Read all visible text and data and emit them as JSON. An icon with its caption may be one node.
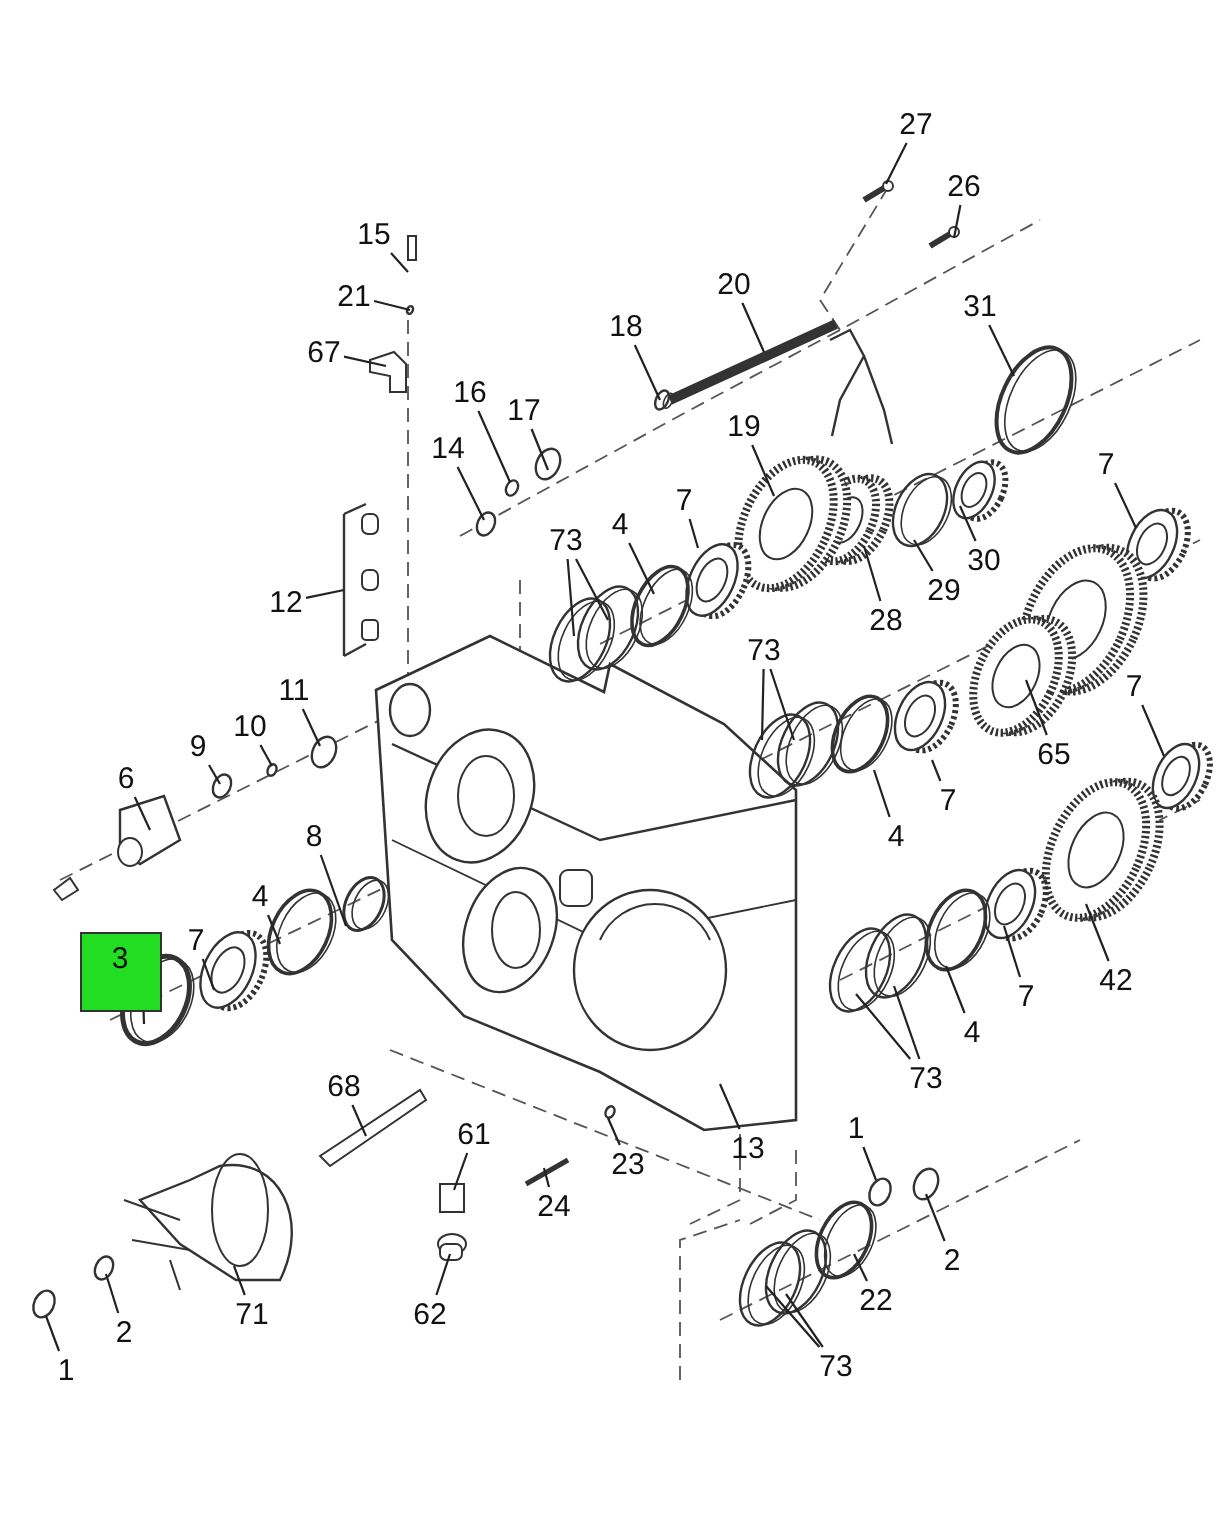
{
  "diagram": {
    "nodes": [
      {
        "text": [
          "27"
        ]
      },
      {
        "text": [
          "26"
        ]
      },
      {
        "text": [
          "15"
        ]
      },
      {
        "text": [
          "20"
        ]
      },
      {
        "text": [
          "21"
        ]
      },
      {
        "text": [
          "31"
        ]
      },
      {
        "text": [
          "18"
        ]
      },
      {
        "text": [
          "67"
        ]
      },
      {
        "text": [
          "16"
        ]
      },
      {
        "text": [
          "17"
        ]
      },
      {
        "text": [
          "19"
        ]
      },
      {
        "text": [
          "14"
        ]
      },
      {
        "text": [
          "7"
        ]
      },
      {
        "text": [
          "7"
        ]
      },
      {
        "text": [
          "4"
        ]
      },
      {
        "text": [
          "73"
        ]
      },
      {
        "text": [
          "30"
        ]
      },
      {
        "text": [
          "29"
        ]
      },
      {
        "text": [
          "12"
        ]
      },
      {
        "text": [
          "28"
        ]
      },
      {
        "text": [
          "73"
        ]
      },
      {
        "text": [
          "7"
        ]
      },
      {
        "text": [
          "11"
        ]
      },
      {
        "text": [
          "10"
        ]
      },
      {
        "text": [
          "9"
        ]
      },
      {
        "text": [
          "65"
        ]
      },
      {
        "text": [
          "6"
        ]
      },
      {
        "text": [
          "7"
        ]
      },
      {
        "text": [
          "4"
        ]
      },
      {
        "text": [
          "8"
        ]
      },
      {
        "text": [
          "4"
        ]
      },
      {
        "text": [
          "7"
        ]
      },
      {
        "text": [
          "3"
        ]
      },
      {
        "text": [
          "42"
        ]
      },
      {
        "text": [
          "7"
        ]
      },
      {
        "text": [
          "4"
        ]
      },
      {
        "text": [
          "73"
        ]
      },
      {
        "text": [
          "68"
        ]
      },
      {
        "text": [
          "1"
        ]
      },
      {
        "text": [
          "13"
        ]
      },
      {
        "text": [
          "61"
        ]
      },
      {
        "text": [
          "23"
        ]
      },
      {
        "text": [
          "24"
        ]
      },
      {
        "text": [
          "2"
        ]
      },
      {
        "text": [
          "22"
        ]
      },
      {
        "text": [
          "71"
        ]
      },
      {
        "text": [
          "62"
        ]
      },
      {
        "text": [
          "2"
        ]
      },
      {
        "text": [
          "73"
        ]
      },
      {
        "text": [
          "1"
        ]
      }
    ],
    "edges": [
      {
        "from": 0,
        "to": null,
        "arrow": "none"
      },
      {
        "from": 1,
        "to": null,
        "arrow": "none"
      },
      {
        "from": 2,
        "to": null,
        "arrow": "none"
      },
      {
        "from": 3,
        "to": null,
        "arrow": "none"
      },
      {
        "from": 4,
        "to": null,
        "arrow": "none"
      },
      {
        "from": 5,
        "to": null,
        "arrow": "none"
      },
      {
        "from": 6,
        "to": null,
        "arrow": "none"
      },
      {
        "from": 7,
        "to": null,
        "arrow": "none"
      },
      {
        "from": 8,
        "to": null,
        "arrow": "none"
      },
      {
        "from": 9,
        "to": null,
        "arrow": "none"
      },
      {
        "from": 10,
        "to": null,
        "arrow": "none"
      },
      {
        "from": 11,
        "to": null,
        "arrow": "none"
      },
      {
        "from": 12,
        "to": null,
        "arrow": "none"
      },
      {
        "from": 13,
        "to": null,
        "arrow": "none"
      },
      {
        "from": 14,
        "to": null,
        "arrow": "none"
      },
      {
        "from": 15,
        "to": null,
        "arrow": "none"
      },
      {
        "from": 15,
        "to": null,
        "arrow": "none"
      },
      {
        "from": 16,
        "to": null,
        "arrow": "none"
      },
      {
        "from": 17,
        "to": null,
        "arrow": "none"
      },
      {
        "from": 18,
        "to": null,
        "arrow": "none"
      },
      {
        "from": 19,
        "to": null,
        "arrow": "none"
      },
      {
        "from": 20,
        "to": null,
        "arrow": "none"
      },
      {
        "from": 20,
        "to": null,
        "arrow": "none"
      },
      {
        "from": 21,
        "to": null,
        "arrow": "none"
      },
      {
        "from": 22,
        "to": null,
        "arrow": "none"
      },
      {
        "from": 23,
        "to": null,
        "arrow": "none"
      },
      {
        "from": 24,
        "to": null,
        "arrow": "none"
      },
      {
        "from": 25,
        "to": null,
        "arrow": "none"
      },
      {
        "from": 26,
        "to": null,
        "arrow": "none"
      },
      {
        "from": 27,
        "to": null,
        "arrow": "none"
      },
      {
        "from": 28,
        "to": null,
        "arrow": "none"
      },
      {
        "from": 29,
        "to": null,
        "arrow": "none"
      },
      {
        "from": 30,
        "to": null,
        "arrow": "none"
      },
      {
        "from": 31,
        "to": null,
        "arrow": "none"
      },
      {
        "from": 32,
        "to": null,
        "arrow": "none"
      },
      {
        "from": 33,
        "to": null,
        "arrow": "none"
      },
      {
        "from": 34,
        "to": null,
        "arrow": "none"
      },
      {
        "from": 35,
        "to": null,
        "arrow": "none"
      },
      {
        "from": 36,
        "to": null,
        "arrow": "none"
      },
      {
        "from": 36,
        "to": null,
        "arrow": "none"
      },
      {
        "from": 37,
        "to": null,
        "arrow": "none"
      },
      {
        "from": 38,
        "to": null,
        "arrow": "none"
      },
      {
        "from": 39,
        "to": null,
        "arrow": "none"
      },
      {
        "from": 40,
        "to": null,
        "arrow": "none"
      },
      {
        "from": 41,
        "to": null,
        "arrow": "none"
      },
      {
        "from": 42,
        "to": null,
        "arrow": "none"
      },
      {
        "from": 43,
        "to": null,
        "arrow": "none"
      },
      {
        "from": 44,
        "to": null,
        "arrow": "none"
      },
      {
        "from": 45,
        "to": null,
        "arrow": "none"
      },
      {
        "from": 46,
        "to": null,
        "arrow": "none"
      },
      {
        "from": 47,
        "to": null,
        "arrow": "none"
      },
      {
        "from": 48,
        "to": null,
        "arrow": "none"
      },
      {
        "from": 48,
        "to": null,
        "arrow": "none"
      },
      {
        "from": 49,
        "to": null,
        "arrow": "none"
      }
    ]
  }
}
